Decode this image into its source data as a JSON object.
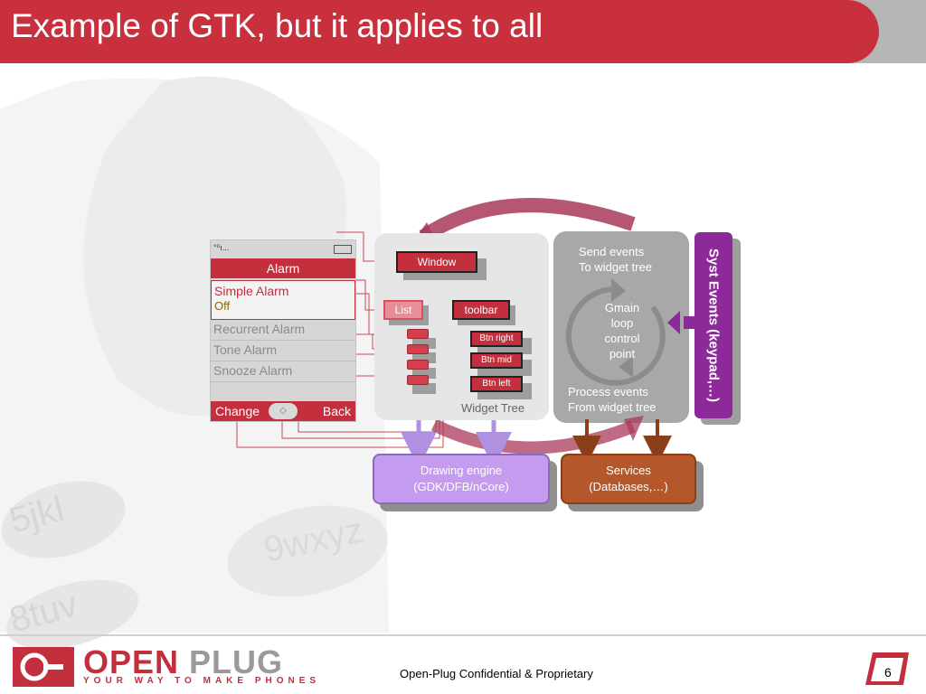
{
  "slide": {
    "title": "Example of GTK, but it applies to all",
    "page_number": "6",
    "footer_text": "Open-Plug  Confidential & Proprietary"
  },
  "logo": {
    "word_open": "OPEN",
    "word_plug": "PLUG",
    "tagline": "YOUR WAY TO MAKE PHONES"
  },
  "phone": {
    "status_left": "°⁰ı...",
    "header": "Alarm",
    "selected_title": "Simple Alarm",
    "selected_value": "Off",
    "items": [
      "Recurrent Alarm",
      "Tone Alarm",
      "Snooze Alarm"
    ],
    "softkey_left": "Change",
    "softkey_right": "Back"
  },
  "widget_tree": {
    "window": "Window",
    "list": "List",
    "toolbar": "toolbar",
    "btn_right": "Btn right",
    "btn_mid": "Btn mid",
    "btn_left": "Btn left",
    "label": "Widget Tree"
  },
  "gmain": {
    "send_line1": "Send events",
    "send_line2": "To widget tree",
    "loop_line1": "Gmain",
    "loop_line2": "loop",
    "loop_line3": "control",
    "loop_line4": "point",
    "process_line1": "Process events",
    "process_line2": "From widget tree"
  },
  "syst_events": "Syst Events (keypad,…)",
  "drawing_engine": {
    "line1": "Drawing engine",
    "line2": "(GDK/DFB/nCore)"
  },
  "services": {
    "line1": "Services",
    "line2": "(Databases,…)"
  },
  "colors": {
    "brand_red": "#c32f3c",
    "purple": "#8c2a9a",
    "lavender": "#c59bf0",
    "brown": "#b4582b",
    "panel_gray": "#a8a8a8"
  }
}
